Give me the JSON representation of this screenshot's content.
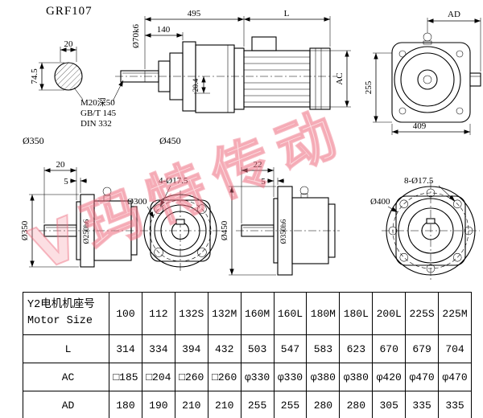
{
  "title": "GRF107",
  "watermark": {
    "text": "V玛特传动"
  },
  "drawings": {
    "shaft_section": {
      "width": "20",
      "height": "74.5",
      "tap": "M20深50",
      "std1": "GB/T 145",
      "std2": "DIN 332"
    },
    "gearmotor_side": {
      "len_gear": "495",
      "len_motor": "L",
      "len_shaft": "140",
      "shaft_dia": "Ø70k6",
      "key_h": "20.4",
      "motor_h": "AC"
    },
    "rear_view": {
      "width": "AD",
      "height": "255",
      "base": "409"
    },
    "flange_small": {
      "title": "Ø350",
      "shaft_len": "20",
      "spigot": "5",
      "flange_dia": "Ø350",
      "spigot_dia": "Ø250h6",
      "bolt_circle": "Ø300",
      "holes": "4-Ø17.5"
    },
    "flange_large": {
      "title": "Ø450",
      "shaft_len": "22",
      "spigot": "5",
      "flange_dia": "Ø450",
      "spigot_dia": "Ø350h6",
      "bolt_circle": "Ø400",
      "holes": "8-Ø17.5"
    }
  },
  "table": {
    "header_cn": "Y2电机机座号",
    "header_en": "Motor Size",
    "columns": [
      "100",
      "112",
      "132S",
      "132M",
      "160M",
      "160L",
      "180M",
      "180L",
      "200L",
      "225S",
      "225M"
    ],
    "rows": [
      {
        "label": "L",
        "values": [
          "314",
          "334",
          "394",
          "432",
          "503",
          "547",
          "583",
          "623",
          "670",
          "679",
          "704"
        ]
      },
      {
        "label": "AC",
        "values": [
          "□185",
          "□204",
          "□260",
          "□260",
          "φ330",
          "φ330",
          "φ380",
          "φ380",
          "φ420",
          "φ470",
          "φ470"
        ]
      },
      {
        "label": "AD",
        "values": [
          "180",
          "190",
          "210",
          "210",
          "255",
          "255",
          "280",
          "280",
          "305",
          "335",
          "335"
        ]
      }
    ]
  }
}
